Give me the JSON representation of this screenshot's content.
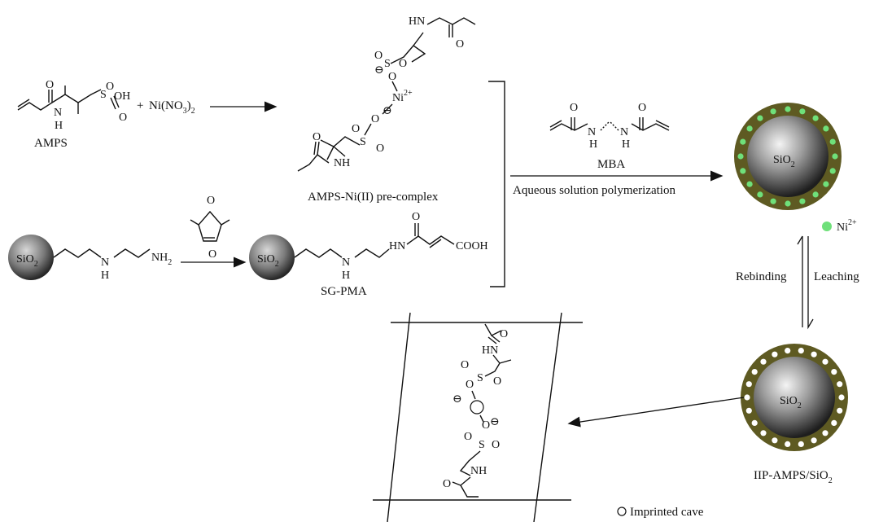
{
  "labels": {
    "amps": "AMPS",
    "nickel_nitrate": "Ni(NO",
    "nickel_nitrate_sub": "3",
    "nickel_nitrate_close": ")",
    "nickel_nitrate_sub2": "2",
    "plus": "+",
    "precomplex": "AMPS-Ni(II) pre-complex",
    "mba": "MBA",
    "polymerization": "Aqueous solution polymerization",
    "sgpma": "SG-PMA",
    "rebinding": "Rebinding",
    "leaching": "Leaching",
    "iip": "IIP-AMPS/SiO",
    "iip_sub": "2",
    "ni_ion": "Ni",
    "ni_charge": "2+",
    "imprinted_cave": "Imprinted cave"
  },
  "atoms": {
    "silica": "SiO",
    "silica_sub": "2",
    "o": "O",
    "s": "S",
    "oh": "OH",
    "n": "N",
    "h": "H",
    "hn": "HN",
    "nh": "NH",
    "nh2": "NH",
    "nh2_sub": "2",
    "cooh": "COOH",
    "ni": "Ni",
    "ni_charge": "2+",
    "minus": "⊖"
  },
  "colors": {
    "shell": "#5e5a22",
    "shell_light": "#7a7430",
    "ni_dot": "#6fe07a",
    "cave": "#ffffff",
    "sphere_dark": "#2c2c2c",
    "sphere_light": "#dcdcdc"
  }
}
